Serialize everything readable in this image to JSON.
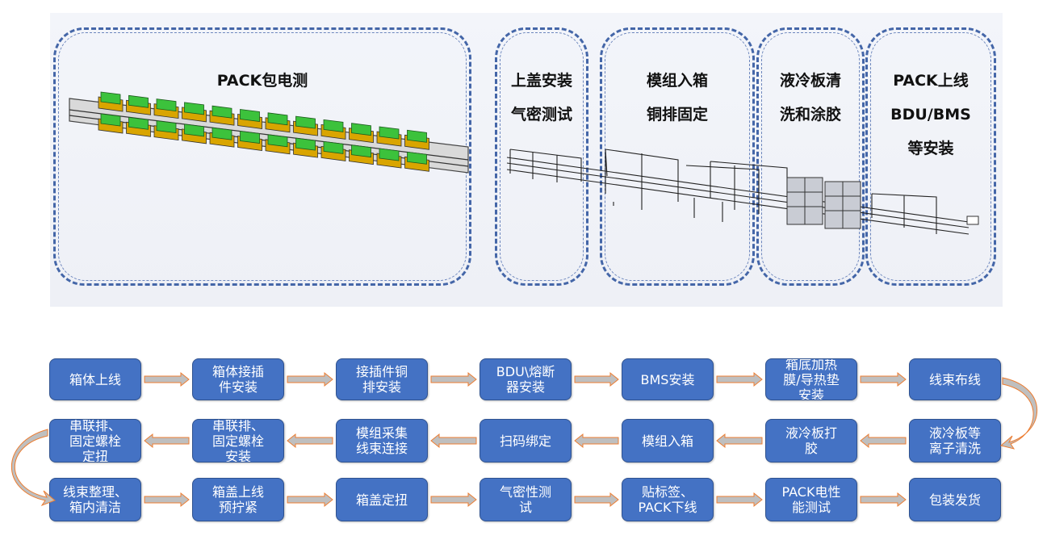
{
  "zones": [
    {
      "id": "pack",
      "lines": [
        "PACK包电测"
      ]
    },
    {
      "id": "cover",
      "lines": [
        "上盖安装",
        "气密测试"
      ]
    },
    {
      "id": "module",
      "lines": [
        "模组入箱",
        "铜排固定"
      ]
    },
    {
      "id": "cooling",
      "lines": [
        "液冷板清",
        "洗和涂胶"
      ]
    },
    {
      "id": "online",
      "lines": [
        "PACK上线",
        "BDU/BMS",
        "等安装"
      ]
    }
  ],
  "flow": {
    "row1": [
      "箱体上线",
      "箱体接插\n件安装",
      "接插件铜\n排安装",
      "BDU\\熔断\n器安装",
      "BMS安装",
      "箱底加热\n膜/导热垫\n安装",
      "线束布线"
    ],
    "row2": [
      "液冷板等\n离子清洗",
      "液冷板打\n胶",
      "模组入箱",
      "扫码绑定",
      "模组采集\n线束连接",
      "串联排、\n固定螺栓\n安装",
      "串联排、\n固定螺栓\n定扭"
    ],
    "row3": [
      "线束整理、\n箱内清洁",
      "箱盖上线\n预拧紧",
      "箱盖定扭",
      "气密性测\n试",
      "贴标签、\nPACK下线",
      "PACK电性\n能测试",
      "包装发货"
    ]
  },
  "colors": {
    "box": "#4472c4",
    "arrow_fill": "#bfbfbf",
    "arrow_edge": "#ed7d31",
    "zone_border": "#4466a8"
  }
}
